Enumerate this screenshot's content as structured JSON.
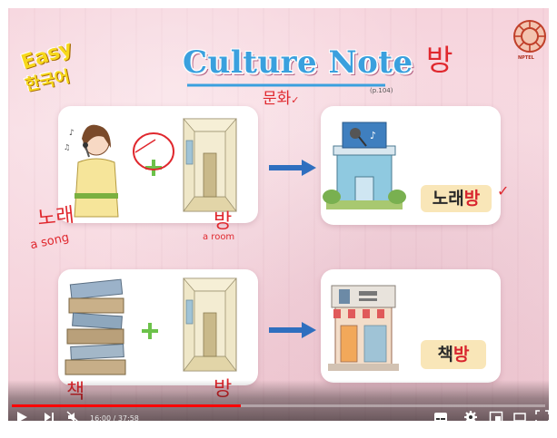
{
  "slide": {
    "logo_top": "Easy",
    "logo_bottom": "한국어",
    "title": "Culture Note",
    "page_ref": "(p.104)",
    "corner_logo_text": "NPTEL",
    "row1_word_base": "노래",
    "row1_word_suffix": "방",
    "row2_word_base": "책",
    "row2_word_suffix": "방"
  },
  "annotations": {
    "bang_top": "방",
    "munhwa": "문화",
    "munhwa_tick": "✓",
    "norae": "노래",
    "a_song": "a song",
    "bang_row1": "방",
    "a_room": "a room",
    "tick_row1": "✓",
    "chaek": "책",
    "bang_row2": "방"
  },
  "player": {
    "current_time": "16:00",
    "separator": " / ",
    "duration": "37:58",
    "progress": 0.43,
    "icons": [
      "play-icon",
      "next-icon",
      "mute-icon",
      "subtitles-icon",
      "settings-icon",
      "miniplayer-icon",
      "theater-icon",
      "fullscreen-icon"
    ]
  },
  "colors": {
    "title_blue": "#3aa0de",
    "ink_red": "#e0282e",
    "progress_red": "#ff0000",
    "plus_green": "#6cc24a",
    "arrow_blue": "#2f6fbf"
  }
}
